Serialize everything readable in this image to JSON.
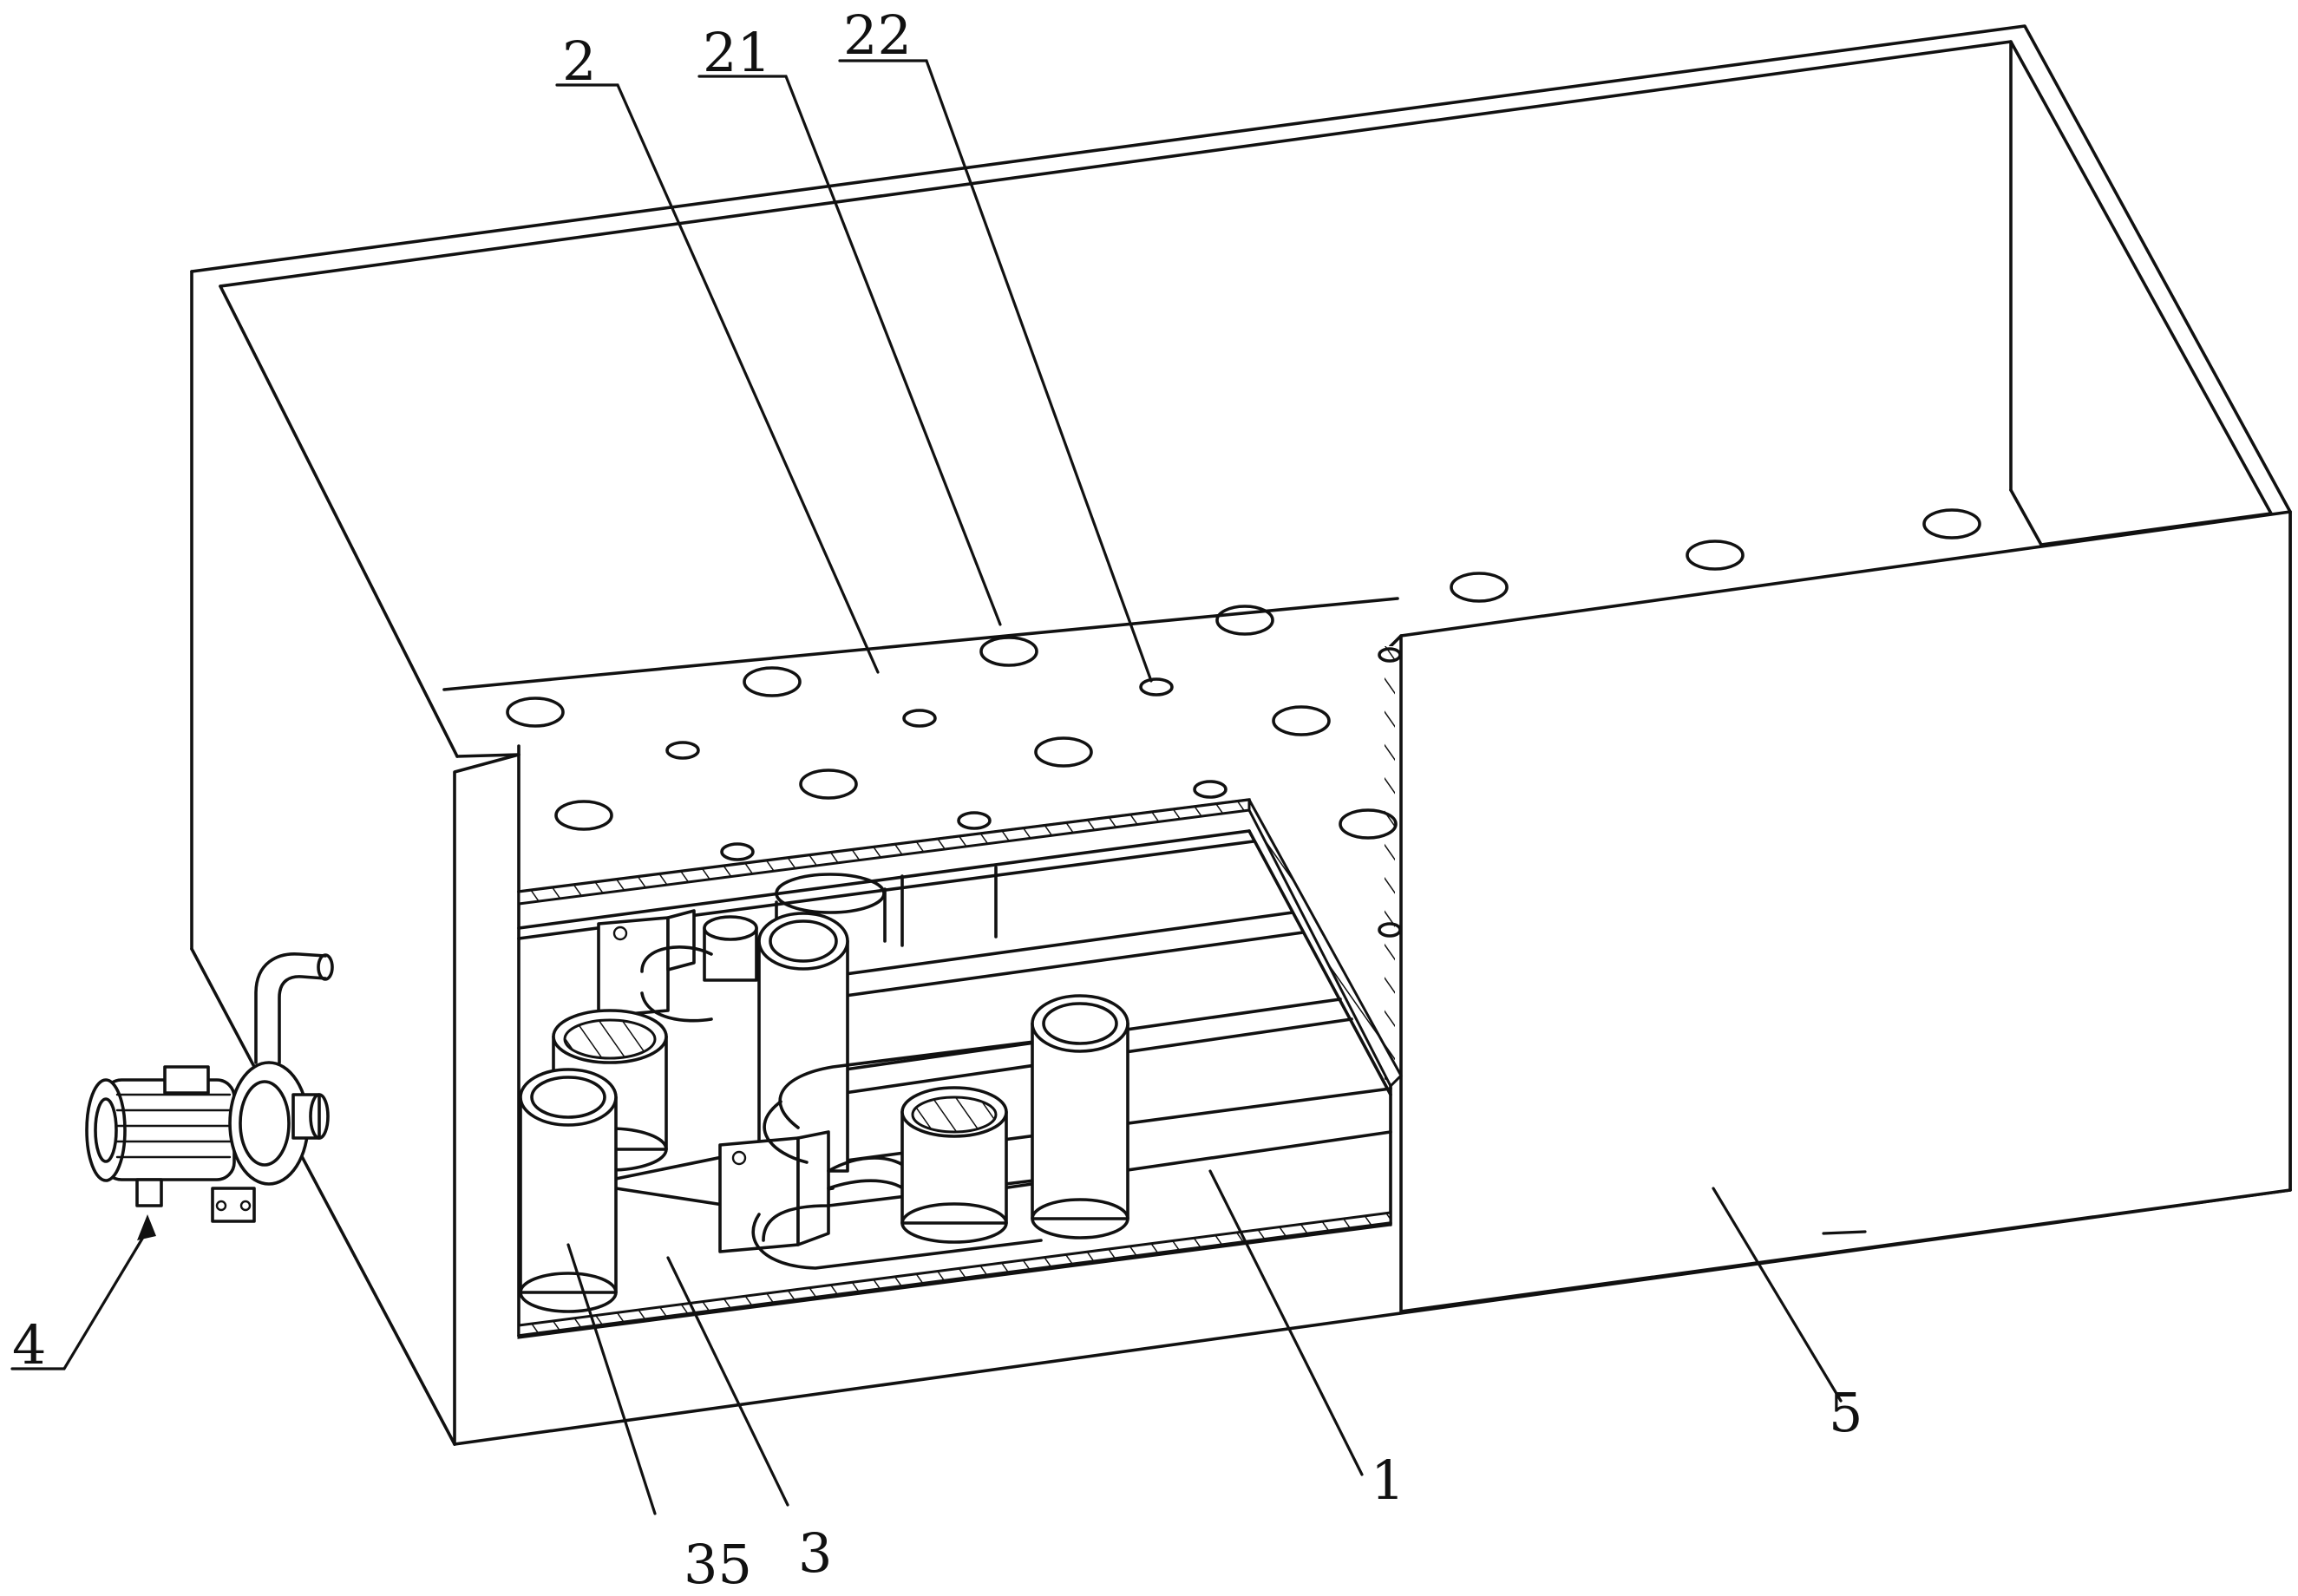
{
  "figure": {
    "labels": [
      {
        "id": "label-2",
        "text": "2"
      },
      {
        "id": "label-21",
        "text": "21"
      },
      {
        "id": "label-22",
        "text": "22"
      },
      {
        "id": "label-4",
        "text": "4"
      },
      {
        "id": "label-5",
        "text": "5"
      },
      {
        "id": "label-1",
        "text": "1"
      },
      {
        "id": "label-35",
        "text": "35"
      },
      {
        "id": "label-3",
        "text": "3"
      }
    ]
  }
}
